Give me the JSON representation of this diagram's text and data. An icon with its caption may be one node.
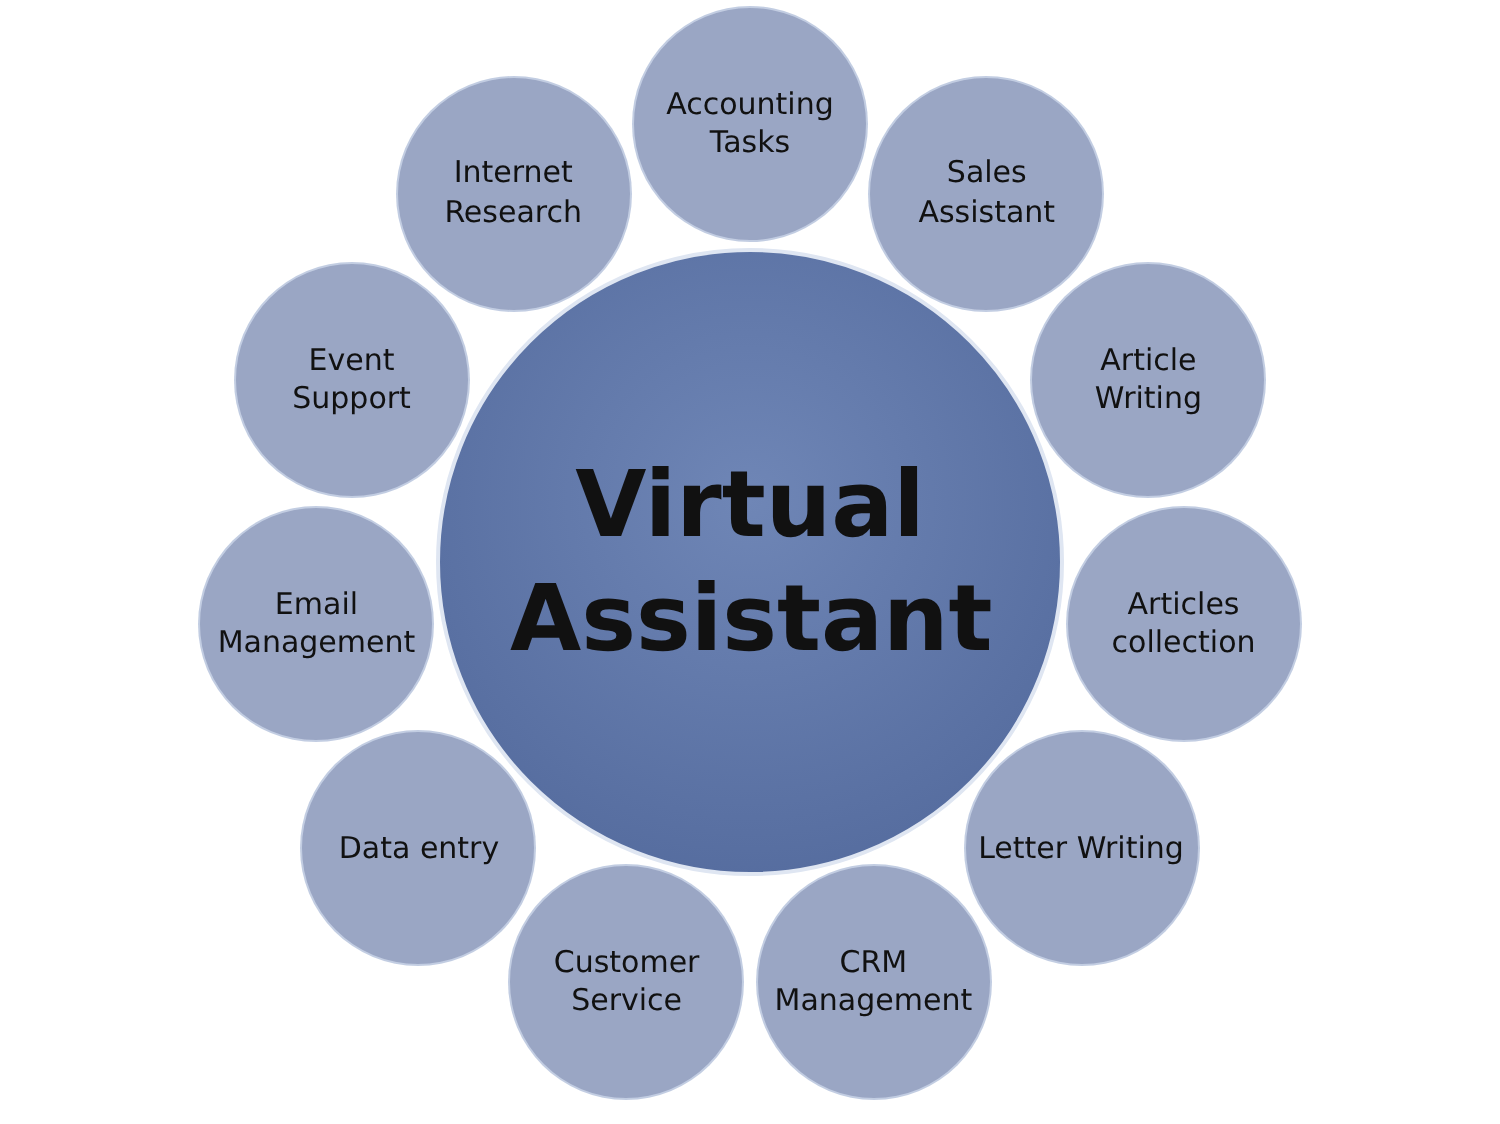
{
  "diagram": {
    "nodes": [
      {
        "text": [
          "Virtual Assistant"
        ]
      },
      {
        "text": [
          "Accounting Tasks"
        ]
      },
      {
        "text": [
          "Sales Assistant"
        ]
      },
      {
        "text": [
          "Article Writing"
        ]
      },
      {
        "text": [
          "Articles collection"
        ]
      },
      {
        "text": [
          "Letter Writing"
        ]
      },
      {
        "text": [
          "CRM Management"
        ]
      },
      {
        "text": [
          "Customer Service"
        ]
      },
      {
        "text": [
          "Data entry"
        ]
      },
      {
        "text": [
          "Email Management"
        ]
      },
      {
        "text": [
          "Event Support"
        ]
      },
      {
        "text": [
          "Internet Research"
        ]
      }
    ]
  }
}
